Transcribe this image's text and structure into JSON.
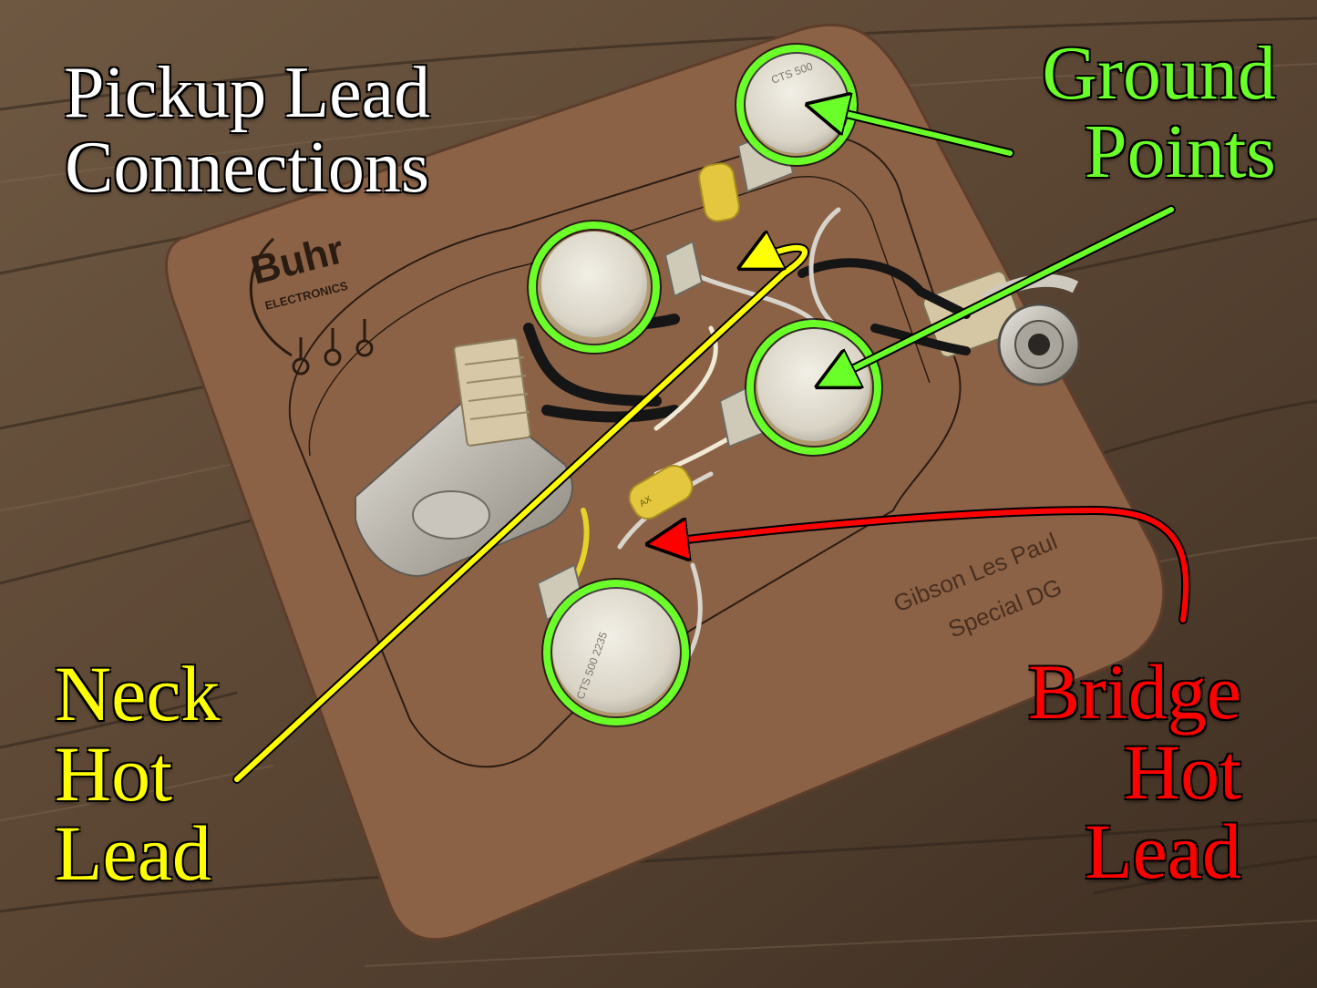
{
  "annotations": {
    "pickup": {
      "line1": "Pickup Lead",
      "line2": "Connections",
      "color": "#ffffff"
    },
    "ground": {
      "line1": "Ground",
      "line2": "Points",
      "color": "#6bff2a"
    },
    "neck": {
      "line1": "Neck",
      "line2": "Hot",
      "line3": "Lead",
      "color": "#ffff00"
    },
    "bridge": {
      "line1": "Bridge",
      "line2": "Hot",
      "line3": "Lead",
      "color": "#ff0000"
    }
  },
  "board": {
    "logo_main": "Buhr",
    "logo_sub": "ELECTRONICS",
    "model_line1": "Gibson Les Paul",
    "model_line2": "Special DG"
  },
  "pot_markings": {
    "top": "CTS 500",
    "bottom": "CTS 500  2235"
  },
  "capacitor_marking": "AX"
}
